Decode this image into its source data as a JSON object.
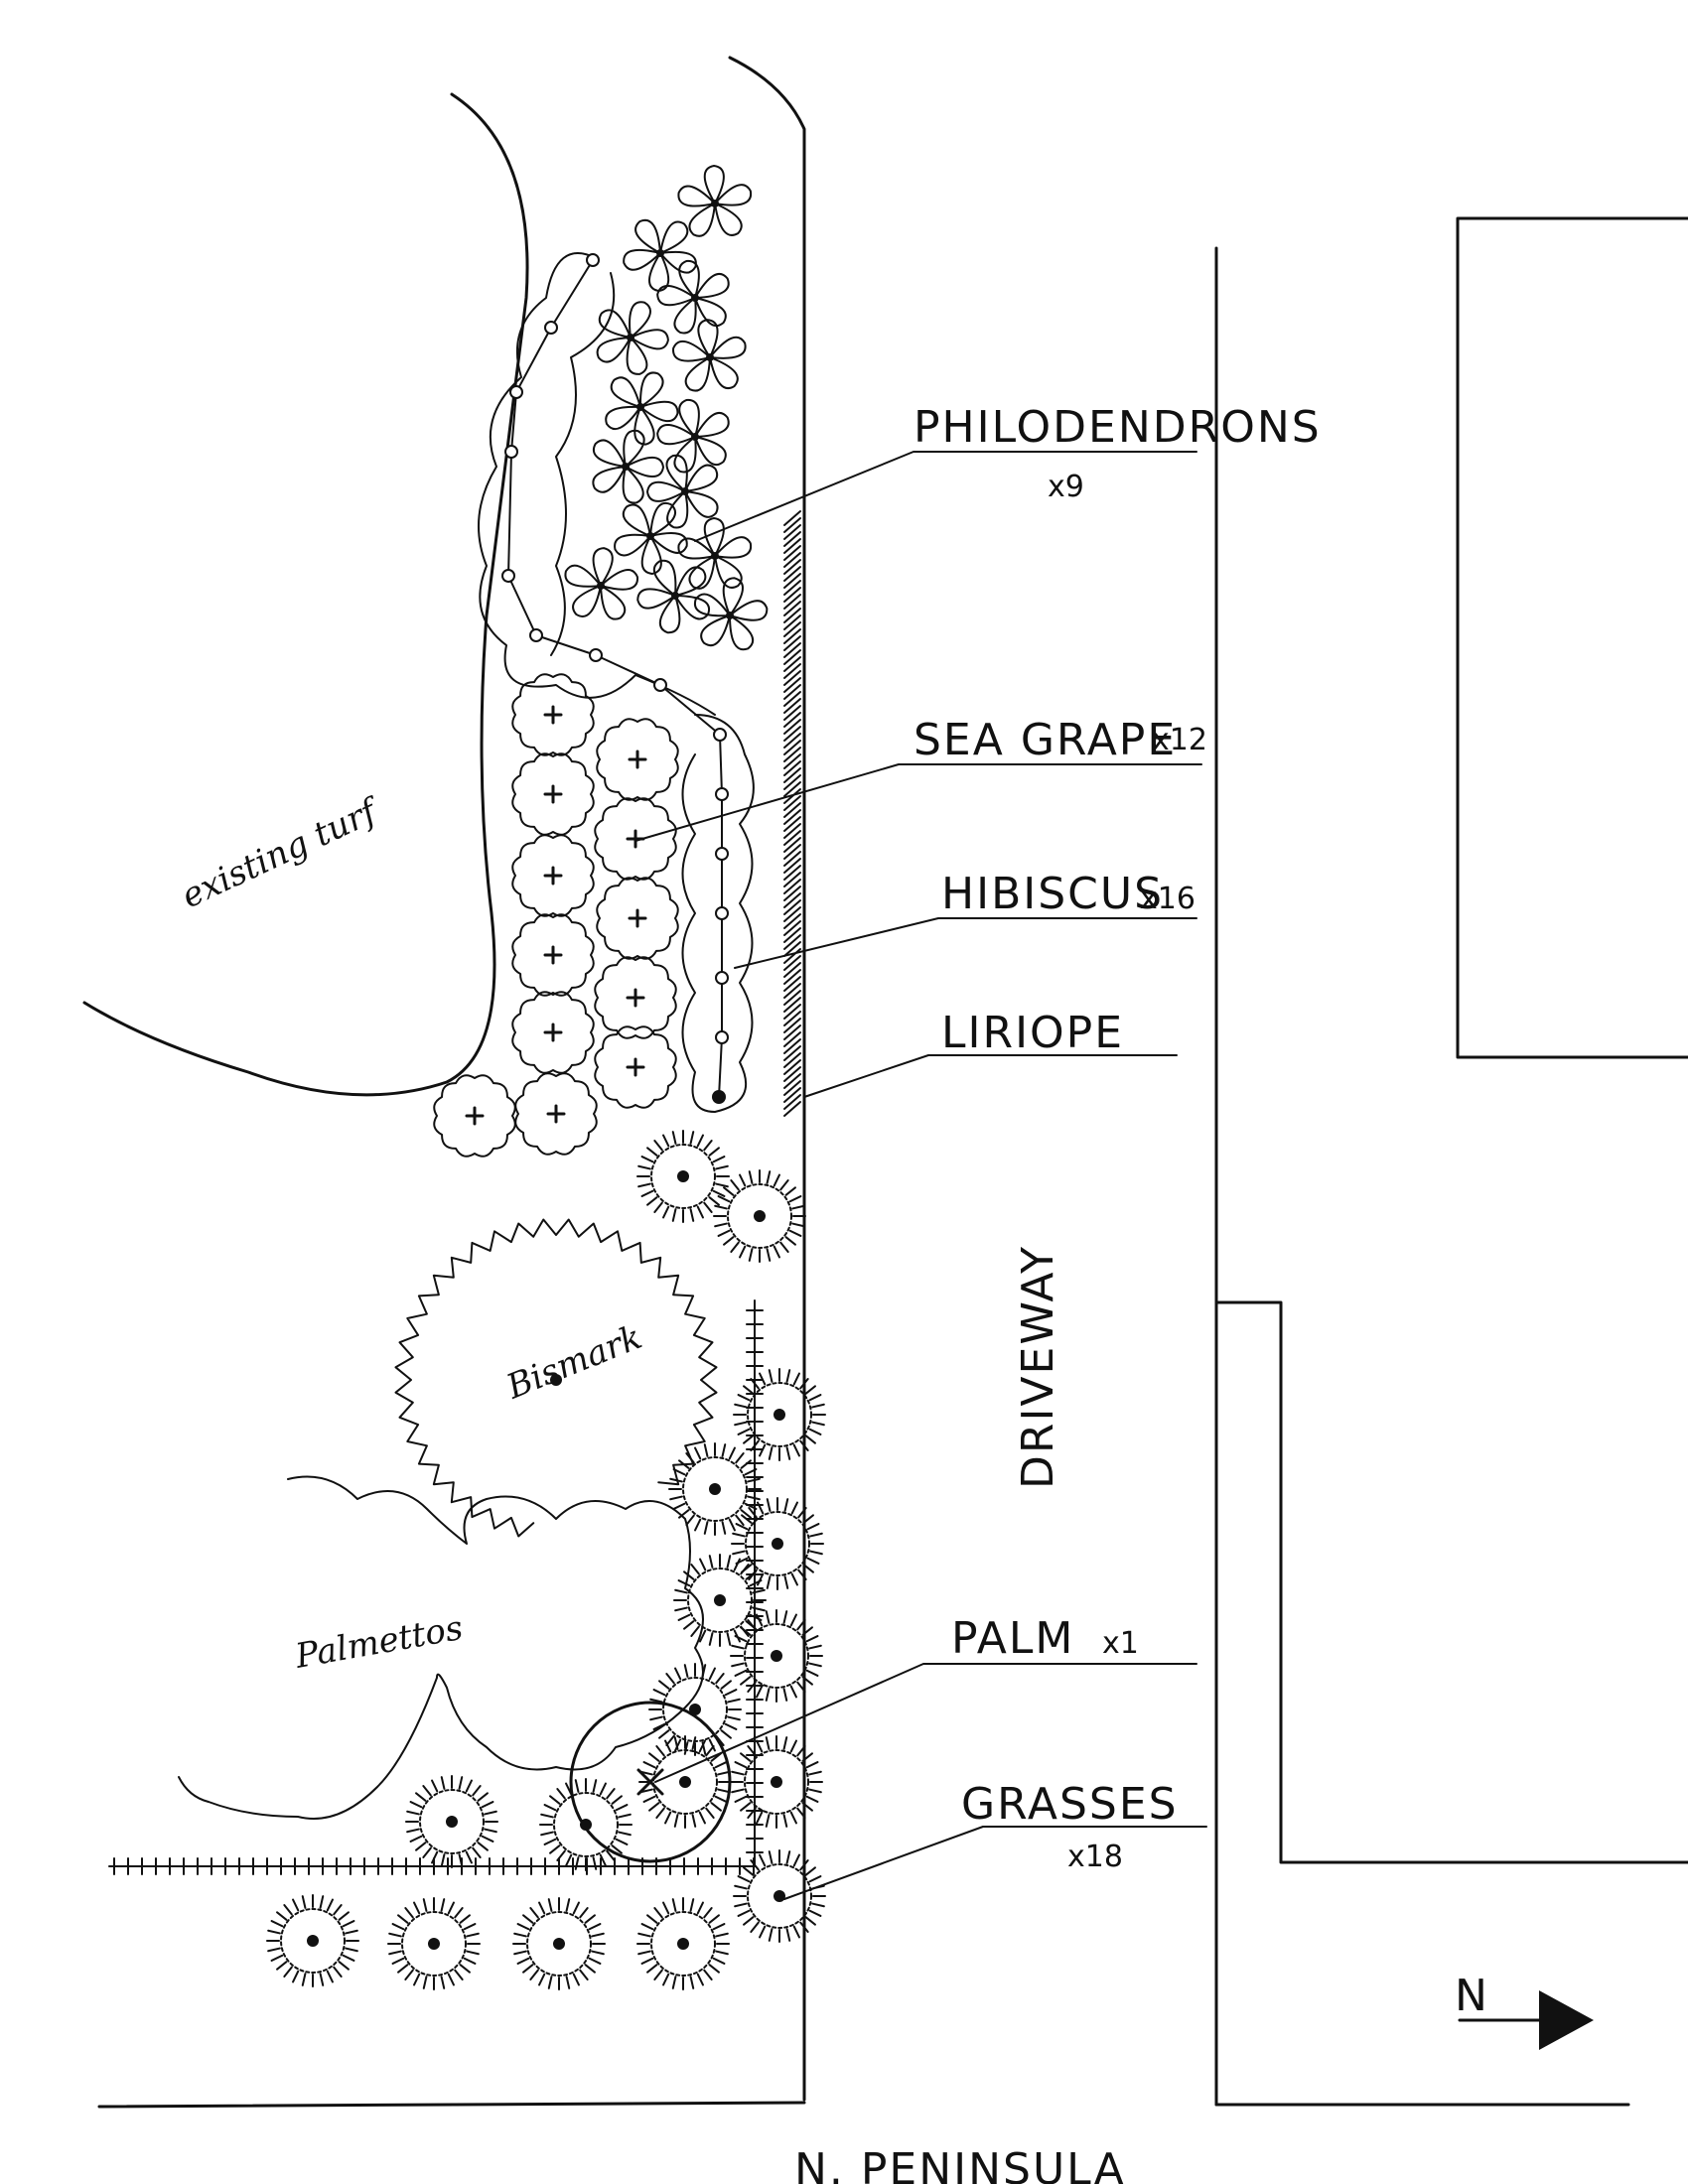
{
  "labels": {
    "philodendrons": "PHILODENDRONS",
    "philodendrons_qty": "x9",
    "sea_grape": "SEA GRAPE",
    "sea_grape_qty": "x12",
    "hibiscus": "HIBISCUS",
    "hibiscus_qty": "x16",
    "liriope": "LIRIOPE",
    "palm": "PALM",
    "palm_qty": "x1",
    "grasses": "GRASSES",
    "grasses_qty": "x18",
    "existing_turf": "existing turf",
    "bismark": "Bismark",
    "palmettos": "Palmettos",
    "driveway": "DRIVEWAY",
    "north": "N",
    "street": "N. PENINSULA"
  },
  "colors": {
    "ink": "#111111",
    "paper": "#ffffff"
  },
  "icons": {
    "north_arrow": "north-arrow-icon"
  }
}
